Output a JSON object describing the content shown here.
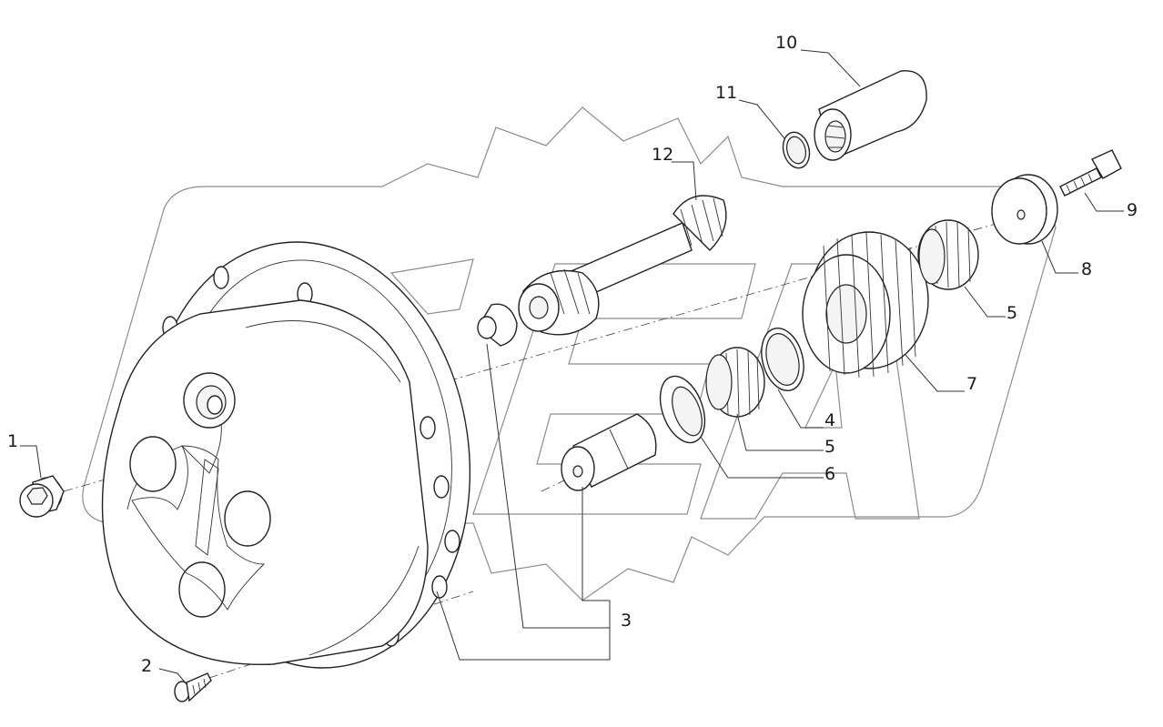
{
  "diagram": {
    "corner_mark": "",
    "callouts": [
      {
        "id": "1",
        "text": "1"
      },
      {
        "id": "2",
        "text": "2"
      },
      {
        "id": "3",
        "text": "3"
      },
      {
        "id": "4",
        "text": "4"
      },
      {
        "id": "5a",
        "text": "5"
      },
      {
        "id": "5b",
        "text": "5"
      },
      {
        "id": "6",
        "text": "6"
      },
      {
        "id": "7",
        "text": "7"
      },
      {
        "id": "8",
        "text": "8"
      },
      {
        "id": "9",
        "text": "9"
      },
      {
        "id": "10",
        "text": "10"
      },
      {
        "id": "11",
        "text": "11"
      },
      {
        "id": "12",
        "text": "12"
      }
    ],
    "colors": {
      "ink": "#222222",
      "watermark": "#9a9a9a",
      "background": "#ffffff"
    }
  }
}
